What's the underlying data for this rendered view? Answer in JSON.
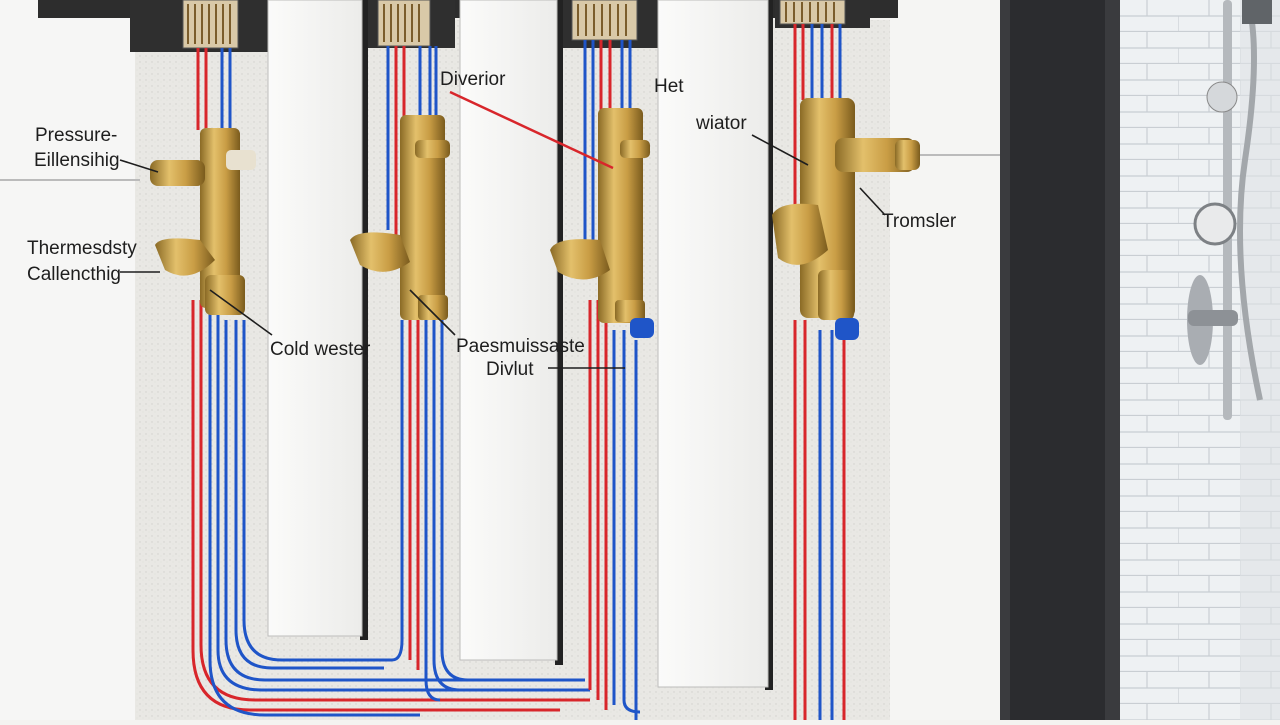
{
  "labels": {
    "pressure_line1": "Pressure-",
    "pressure_line2": "Eillensihig",
    "thermo_line1": "Thermesdsty",
    "thermo_line2": "Callencthig",
    "cold_water": "Cold wester",
    "diverter": "Diverior",
    "pressure_divert_line1": "Paesmuissaste",
    "pressure_divert_line2": "Divlut",
    "hot_line1": "Het",
    "hot_line2": "wiator",
    "transfer": "Tromsler"
  },
  "colors": {
    "hot_pipe": "#d8262b",
    "cold_pipe": "#1f55c8",
    "brass": "#c9a04a",
    "wall": "#e8e6e2",
    "panel": "#f7f7f6",
    "frame": "#2c2d30",
    "tile": "#e9ecef"
  }
}
